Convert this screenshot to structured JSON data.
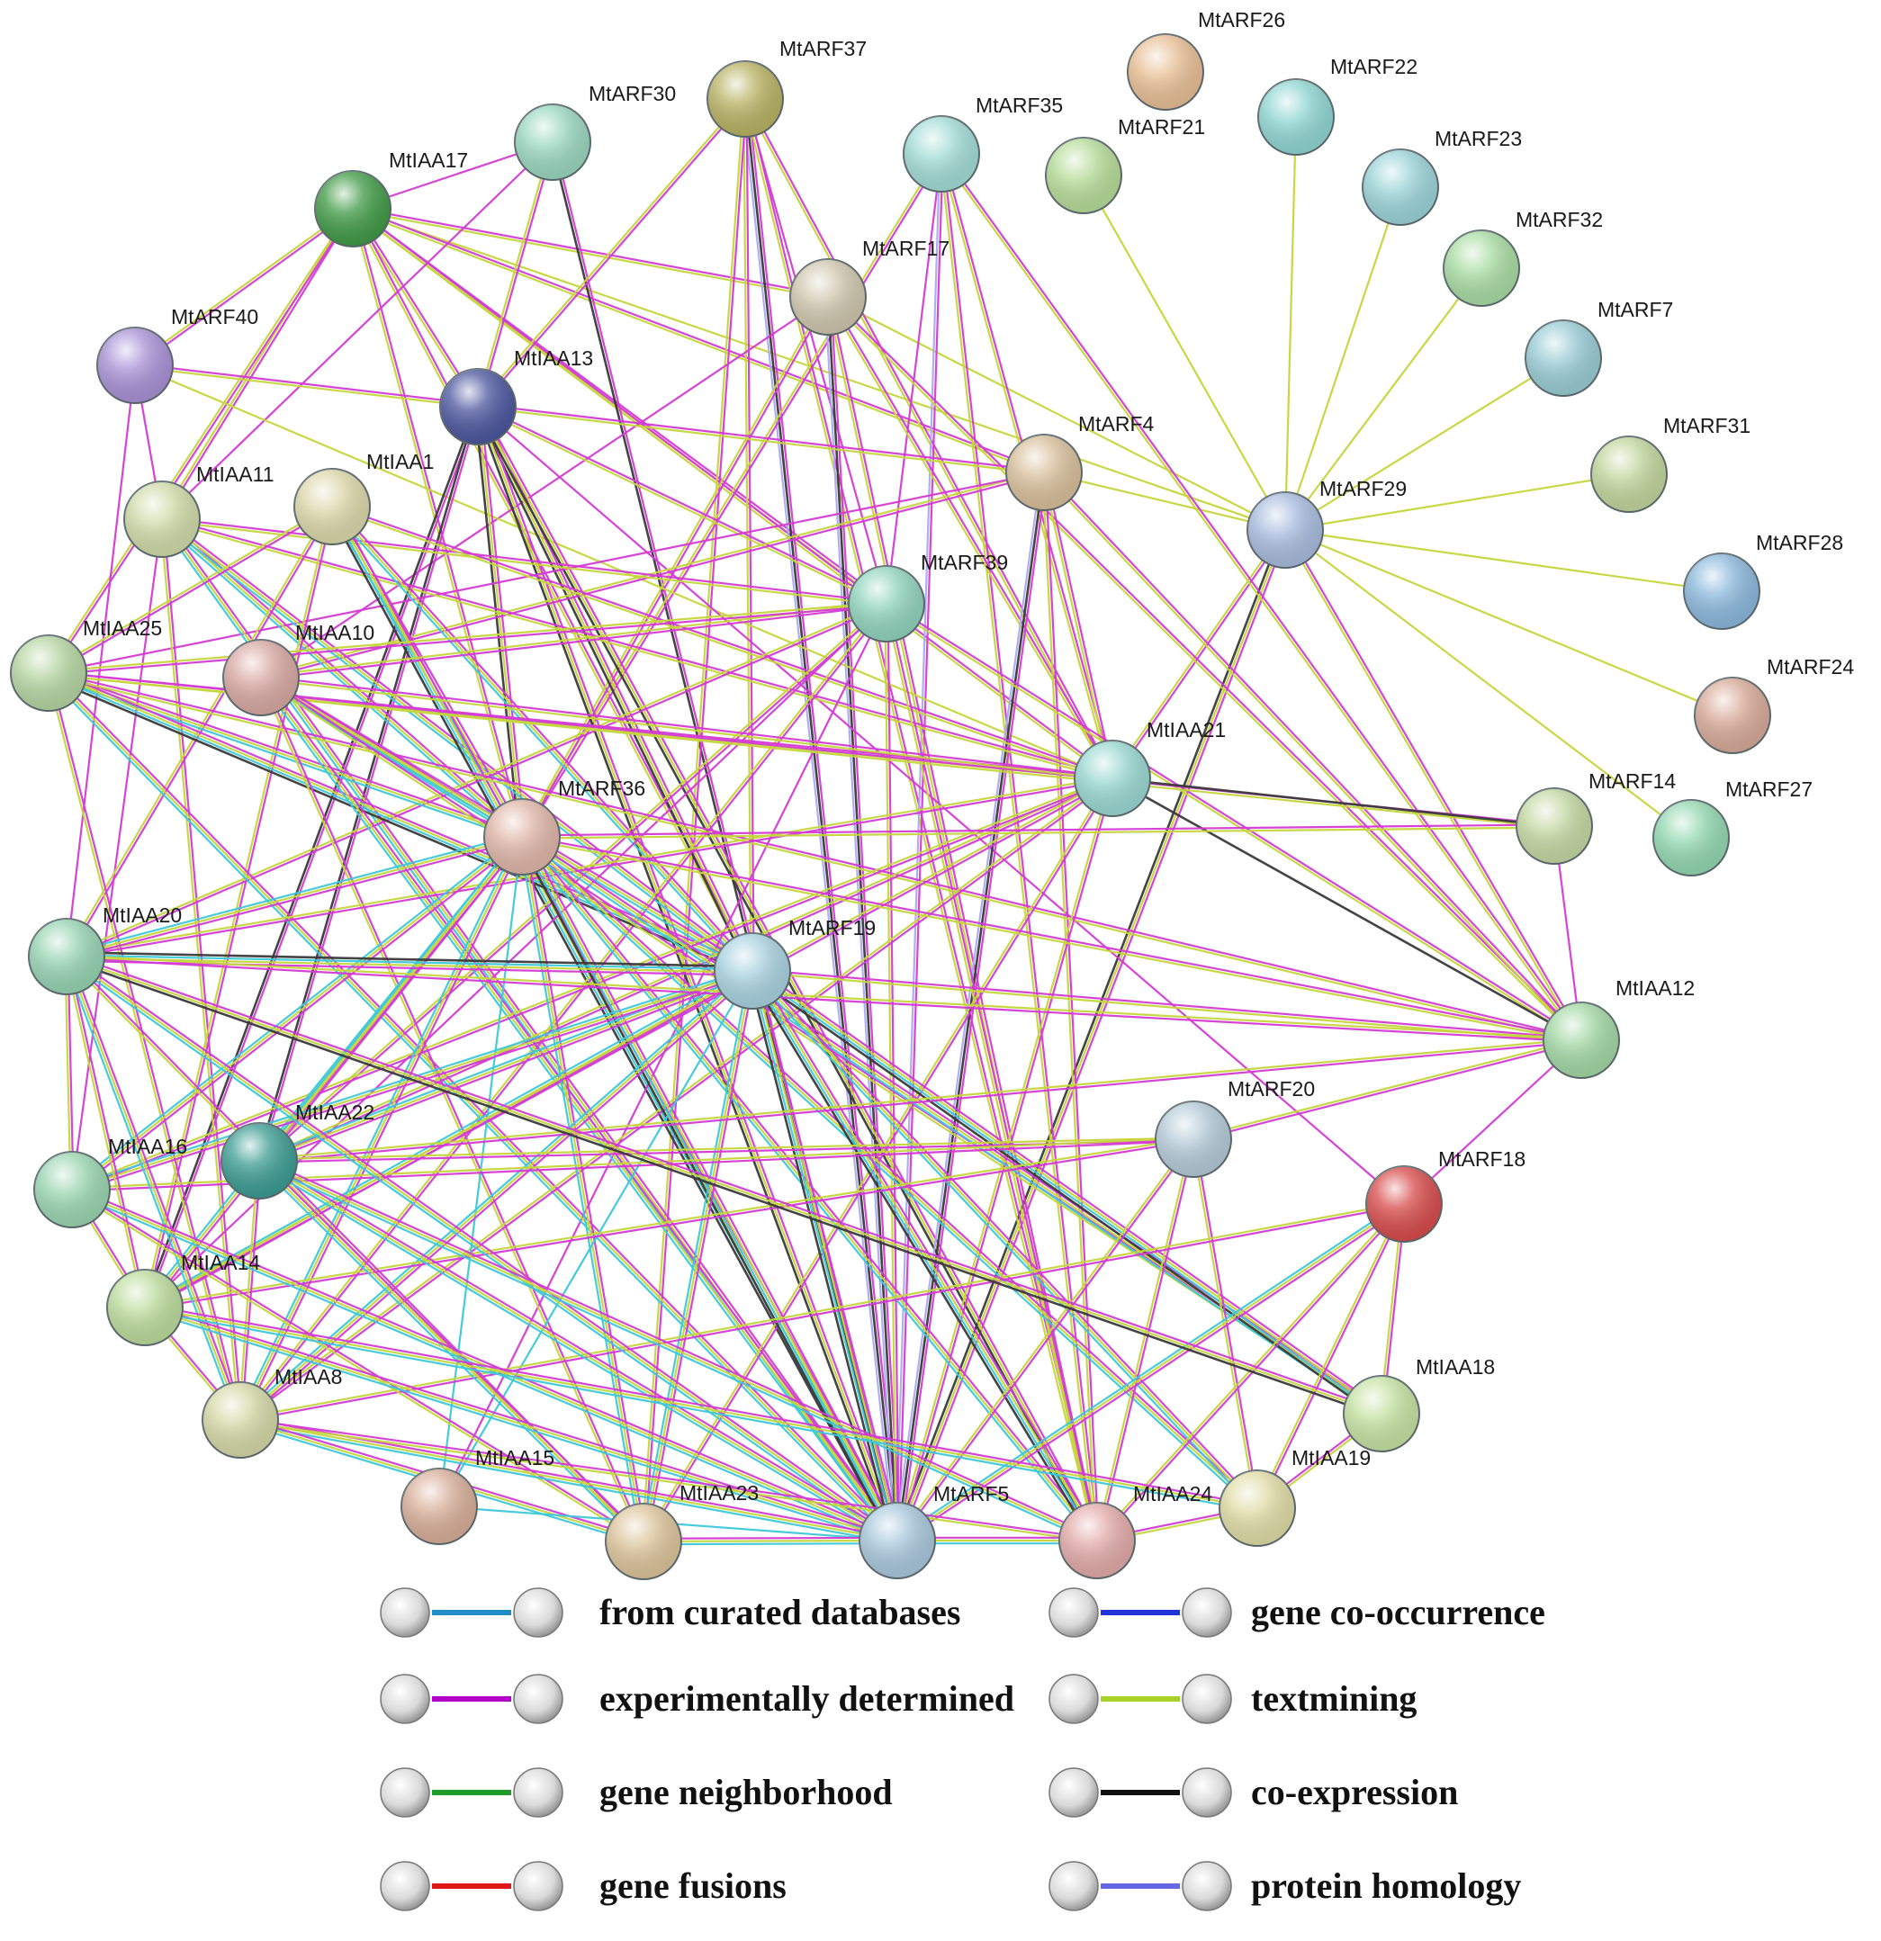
{
  "nodes": [
    {
      "id": "MtARF26",
      "label": "MtARF26",
      "color": "#e8bf94"
    },
    {
      "id": "MtARF22",
      "label": "MtARF22",
      "color": "#8fd6d3"
    },
    {
      "id": "MtARF37",
      "label": "MtARF37",
      "color": "#b8b262"
    },
    {
      "id": "MtARF30",
      "label": "MtARF30",
      "color": "#9ad8bf"
    },
    {
      "id": "MtARF35",
      "label": "MtARF35",
      "color": "#a2dcd6"
    },
    {
      "id": "MtARF21",
      "label": "MtARF21",
      "color": "#b6dc98"
    },
    {
      "id": "MtARF23",
      "label": "MtARF23",
      "color": "#9ad4d8"
    },
    {
      "id": "MtIAA17",
      "label": "MtIAA17",
      "color": "#3f9a45"
    },
    {
      "id": "MtARF17",
      "label": "MtARF17",
      "color": "#cfc6ad"
    },
    {
      "id": "MtARF32",
      "label": "MtARF32",
      "color": "#a8dca2"
    },
    {
      "id": "MtARF7",
      "label": "MtARF7",
      "color": "#98ccd4"
    },
    {
      "id": "MtARF40",
      "label": "MtARF40",
      "color": "#a891d6"
    },
    {
      "id": "MtIAA13",
      "label": "MtIAA13",
      "color": "#4b559e"
    },
    {
      "id": "MtARF4",
      "label": "MtARF4",
      "color": "#d8bf9a"
    },
    {
      "id": "MtARF31",
      "label": "MtARF31",
      "color": "#c2d69c"
    },
    {
      "id": "MtARF29",
      "label": "MtARF29",
      "color": "#a8bcde"
    },
    {
      "id": "MtIAA11",
      "label": "MtIAA11",
      "color": "#d0dba8"
    },
    {
      "id": "MtIAA1",
      "label": "MtIAA1",
      "color": "#dcd8aa"
    },
    {
      "id": "MtARF28",
      "label": "MtARF28",
      "color": "#8ab8dc"
    },
    {
      "id": "MtARF39",
      "label": "MtARF39",
      "color": "#90d4bd"
    },
    {
      "id": "MtIAA25",
      "label": "MtIAA25",
      "color": "#b6d6a2"
    },
    {
      "id": "MtIAA10",
      "label": "MtIAA10",
      "color": "#d8a8a2"
    },
    {
      "id": "MtARF24",
      "label": "MtARF24",
      "color": "#d8aa98"
    },
    {
      "id": "MtIAA21",
      "label": "MtIAA21",
      "color": "#9ad8d2"
    },
    {
      "id": "MtARF36",
      "label": "MtARF36",
      "color": "#e0b6a8"
    },
    {
      "id": "MtARF14",
      "label": "MtARF14",
      "color": "#c4d8a2"
    },
    {
      "id": "MtARF27",
      "label": "MtARF27",
      "color": "#92d8b0"
    },
    {
      "id": "MtIAA20",
      "label": "MtIAA20",
      "color": "#96d4b2"
    },
    {
      "id": "MtARF19",
      "label": "MtARF19",
      "color": "#a8d2e0"
    },
    {
      "id": "MtIAA12",
      "label": "MtIAA12",
      "color": "#a2d8a4"
    },
    {
      "id": "MtARF20",
      "label": "MtARF20",
      "color": "#b4cad8"
    },
    {
      "id": "MtIAA22",
      "label": "MtIAA22",
      "color": "#3a9c92"
    },
    {
      "id": "MtIAA16",
      "label": "MtIAA16",
      "color": "#9ad6b0"
    },
    {
      "id": "MtARF18",
      "label": "MtARF18",
      "color": "#d84a4a"
    },
    {
      "id": "MtIAA14",
      "label": "MtIAA14",
      "color": "#bcdc9c"
    },
    {
      "id": "MtIAA18",
      "label": "MtIAA18",
      "color": "#c6e2a2"
    },
    {
      "id": "MtIAA8",
      "label": "MtIAA8",
      "color": "#d6d8a6"
    },
    {
      "id": "MtIAA19",
      "label": "MtIAA19",
      "color": "#e0dca6"
    },
    {
      "id": "MtIAA15",
      "label": "MtIAA15",
      "color": "#d8ae98"
    },
    {
      "id": "MtIAA23",
      "label": "MtIAA23",
      "color": "#dcc49a"
    },
    {
      "id": "MtARF5",
      "label": "MtARF5",
      "color": "#a8c8dc"
    },
    {
      "id": "MtIAA24",
      "label": "MtIAA24",
      "color": "#e2aaa8"
    }
  ],
  "edges": [
    [
      "MtARF29",
      "MtARF21",
      "T"
    ],
    [
      "MtARF29",
      "MtARF22",
      "T"
    ],
    [
      "MtARF29",
      "MtARF23",
      "T"
    ],
    [
      "MtARF29",
      "MtARF32",
      "T"
    ],
    [
      "MtARF29",
      "MtARF7",
      "T"
    ],
    [
      "MtARF29",
      "MtARF31",
      "T"
    ],
    [
      "MtARF29",
      "MtARF28",
      "T"
    ],
    [
      "MtARF29",
      "MtARF24",
      "T"
    ],
    [
      "MtARF29",
      "MtARF27",
      "T"
    ],
    [
      "MtARF29",
      "MtIAA12",
      "ET"
    ],
    [
      "MtARF29",
      "MtIAA21",
      "ET"
    ],
    [
      "MtARF29",
      "MtARF5",
      "ETK"
    ],
    [
      "MtARF29",
      "MtARF4",
      "T"
    ],
    [
      "MtARF29",
      "MtARF17",
      "T"
    ],
    [
      "MtARF29",
      "MtIAA17",
      "T"
    ],
    [
      "MtIAA17",
      "MtARF30",
      "E"
    ],
    [
      "MtIAA17",
      "MtARF40",
      "ET"
    ],
    [
      "MtIAA17",
      "MtIAA13",
      "ET"
    ],
    [
      "MtIAA17",
      "MtIAA11",
      "ET"
    ],
    [
      "MtIAA17",
      "MtARF36",
      "ET"
    ],
    [
      "MtIAA17",
      "MtARF39",
      "ET"
    ],
    [
      "MtIAA17",
      "MtIAA21",
      "ET"
    ],
    [
      "MtIAA17",
      "MtARF4",
      "ET"
    ],
    [
      "MtIAA17",
      "MtARF17",
      "ET"
    ],
    [
      "MtIAA17",
      "MtARF19",
      "ET"
    ],
    [
      "MtIAA17",
      "MtIAA25",
      "ET"
    ],
    [
      "MtARF30",
      "MtARF5",
      "EK"
    ],
    [
      "MtARF30",
      "MtIAA13",
      "ET"
    ],
    [
      "MtARF30",
      "MtIAA11",
      "E"
    ],
    [
      "MtARF37",
      "MtARF5",
      "EKH"
    ],
    [
      "MtARF37",
      "MtIAA21",
      "ET"
    ],
    [
      "MtARF37",
      "MtARF19",
      "ET"
    ],
    [
      "MtARF37",
      "MtARF39",
      "E"
    ],
    [
      "MtARF37",
      "MtIAA13",
      "ET"
    ],
    [
      "MtARF37",
      "MtIAA24",
      "ET"
    ],
    [
      "MtARF37",
      "MtIAA23",
      "ET"
    ],
    [
      "MtARF35",
      "MtARF5",
      "EH"
    ],
    [
      "MtARF35",
      "MtIAA21",
      "ET"
    ],
    [
      "MtARF35",
      "MtARF36",
      "ET"
    ],
    [
      "MtARF35",
      "MtIAA12",
      "ET"
    ],
    [
      "MtARF35",
      "MtARF39",
      "E"
    ],
    [
      "MtARF35",
      "MtIAA24",
      "ET"
    ],
    [
      "MtARF17",
      "MtARF5",
      "EKH"
    ],
    [
      "MtARF17",
      "MtIAA21",
      "ET"
    ],
    [
      "MtARF17",
      "MtARF36",
      "ET"
    ],
    [
      "MtARF17",
      "MtIAA24",
      "ET"
    ],
    [
      "MtARF17",
      "MtIAA12",
      "ET"
    ],
    [
      "MtARF17",
      "MtIAA10",
      "E"
    ],
    [
      "MtARF40",
      "MtARF4",
      "ET"
    ],
    [
      "MtARF40",
      "MtIAA11",
      "E"
    ],
    [
      "MtARF40",
      "MtIAA20",
      "E"
    ],
    [
      "MtARF40",
      "MtIAA21",
      "T"
    ],
    [
      "MtIAA13",
      "MtARF36",
      "ETK"
    ],
    [
      "MtIAA13",
      "MtARF19",
      "ETK"
    ],
    [
      "MtIAA13",
      "MtARF5",
      "ETK"
    ],
    [
      "MtIAA13",
      "MtIAA24",
      "ETK"
    ],
    [
      "MtIAA13",
      "MtARF18",
      "E"
    ],
    [
      "MtIAA13",
      "MtIAA14",
      "EK"
    ],
    [
      "MtIAA13",
      "MtARF39",
      "ET"
    ],
    [
      "MtIAA13",
      "MtIAA22",
      "EK"
    ],
    [
      "MtARF4",
      "MtARF5",
      "EKH"
    ],
    [
      "MtARF4",
      "MtIAA21",
      "ET"
    ],
    [
      "MtARF4",
      "MtIAA12",
      "ET"
    ],
    [
      "MtARF4",
      "MtIAA10",
      "ET"
    ],
    [
      "MtARF4",
      "MtIAA25",
      "E"
    ],
    [
      "MtARF4",
      "MtIAA24",
      "ET"
    ],
    [
      "MtIAA11",
      "MtARF36",
      "ETC"
    ],
    [
      "MtIAA11",
      "MtARF19",
      "ETC"
    ],
    [
      "MtIAA11",
      "MtARF5",
      "ETC"
    ],
    [
      "MtIAA11",
      "MtARF39",
      "ET"
    ],
    [
      "MtIAA11",
      "MtIAA21",
      "ET"
    ],
    [
      "MtIAA11",
      "MtIAA8",
      "ET"
    ],
    [
      "MtIAA11",
      "MtIAA16",
      "E"
    ],
    [
      "MtIAA1",
      "MtARF36",
      "ETC"
    ],
    [
      "MtIAA1",
      "MtARF19",
      "ETC"
    ],
    [
      "MtIAA1",
      "MtARF5",
      "ETCK"
    ],
    [
      "MtIAA1",
      "MtIAA21",
      "ET"
    ],
    [
      "MtIAA1",
      "MtIAA14",
      "ET"
    ],
    [
      "MtIAA1",
      "MtIAA25",
      "ET"
    ],
    [
      "MtIAA1",
      "MtIAA20",
      "ET"
    ],
    [
      "MtARF39",
      "MtIAA10",
      "ET"
    ],
    [
      "MtARF39",
      "MtIAA20",
      "ET"
    ],
    [
      "MtARF39",
      "MtIAA22",
      "ET"
    ],
    [
      "MtARF39",
      "MtIAA8",
      "ET"
    ],
    [
      "MtARF39",
      "MtARF5",
      "ET"
    ],
    [
      "MtARF39",
      "MtIAA25",
      "ET"
    ],
    [
      "MtARF39",
      "MtIAA15",
      "E"
    ],
    [
      "MtARF39",
      "MtIAA24",
      "ET"
    ],
    [
      "MtARF39",
      "MtIAA12",
      "ET"
    ],
    [
      "MtARF39",
      "MtIAA14",
      "E"
    ],
    [
      "MtIAA25",
      "MtARF36",
      "ETC"
    ],
    [
      "MtIAA25",
      "MtARF19",
      "ETCK"
    ],
    [
      "MtIAA25",
      "MtIAA21",
      "ET"
    ],
    [
      "MtIAA25",
      "MtARF5",
      "ETC"
    ],
    [
      "MtIAA25",
      "MtIAA12",
      "ET"
    ],
    [
      "MtIAA25",
      "MtARF14",
      "ET"
    ],
    [
      "MtIAA25",
      "MtIAA8",
      "ET"
    ],
    [
      "MtIAA10",
      "MtARF36",
      "ETC"
    ],
    [
      "MtIAA10",
      "MtARF19",
      "ETC"
    ],
    [
      "MtIAA10",
      "MtIAA21",
      "ET"
    ],
    [
      "MtIAA10",
      "MtARF5",
      "ETC"
    ],
    [
      "MtIAA10",
      "MtIAA18",
      "ET"
    ],
    [
      "MtIAA10",
      "MtIAA23",
      "ET"
    ],
    [
      "MtIAA21",
      "MtIAA20",
      "ET"
    ],
    [
      "MtIAA21",
      "MtIAA22",
      "ET"
    ],
    [
      "MtIAA21",
      "MtIAA14",
      "ET"
    ],
    [
      "MtIAA21",
      "MtIAA8",
      "ET"
    ],
    [
      "MtIAA21",
      "MtIAA16",
      "ET"
    ],
    [
      "MtIAA21",
      "MtIAA12",
      "K"
    ],
    [
      "MtIAA21",
      "MtARF14",
      "K"
    ],
    [
      "MtIAA21",
      "MtIAA23",
      "ET"
    ],
    [
      "MtIAA21",
      "MtARF5",
      "ET"
    ],
    [
      "MtARF36",
      "MtIAA20",
      "ETC"
    ],
    [
      "MtARF36",
      "MtIAA22",
      "ETC"
    ],
    [
      "MtARF36",
      "MtIAA16",
      "ETC"
    ],
    [
      "MtARF36",
      "MtIAA14",
      "ETC"
    ],
    [
      "MtARF36",
      "MtIAA8",
      "ETC"
    ],
    [
      "MtARF36",
      "MtIAA23",
      "ETC"
    ],
    [
      "MtARF36",
      "MtIAA24",
      "ETC"
    ],
    [
      "MtARF36",
      "MtIAA19",
      "ETC"
    ],
    [
      "MtARF36",
      "MtIAA18",
      "ETC"
    ],
    [
      "MtARF36",
      "MtIAA15",
      "C"
    ],
    [
      "MtARF36",
      "MtARF5",
      "ETCK"
    ],
    [
      "MtARF36",
      "MtARF14",
      "ET"
    ],
    [
      "MtARF36",
      "MtIAA12",
      "ET"
    ],
    [
      "MtARF19",
      "MtIAA20",
      "ETCK"
    ],
    [
      "MtARF19",
      "MtIAA22",
      "ETC"
    ],
    [
      "MtARF19",
      "MtIAA16",
      "ETC"
    ],
    [
      "MtARF19",
      "MtIAA14",
      "ETC"
    ],
    [
      "MtARF19",
      "MtIAA8",
      "ETC"
    ],
    [
      "MtARF19",
      "MtIAA23",
      "ETC"
    ],
    [
      "MtARF19",
      "MtIAA24",
      "ETCK"
    ],
    [
      "MtARF19",
      "MtIAA19",
      "ETC"
    ],
    [
      "MtARF19",
      "MtIAA18",
      "ETCK"
    ],
    [
      "MtARF19",
      "MtIAA15",
      "C"
    ],
    [
      "MtARF19",
      "MtARF5",
      "ETCK"
    ],
    [
      "MtARF19",
      "MtIAA12",
      "ET"
    ],
    [
      "MtIAA12",
      "MtARF14",
      "E"
    ],
    [
      "MtIAA12",
      "MtARF20",
      "ET"
    ],
    [
      "MtIAA12",
      "MtARF18",
      "E"
    ],
    [
      "MtIAA12",
      "MtIAA20",
      "ET"
    ],
    [
      "MtIAA12",
      "MtIAA22",
      "ET"
    ],
    [
      "MtARF20",
      "MtIAA22",
      "ET"
    ],
    [
      "MtARF20",
      "MtIAA16",
      "ET"
    ],
    [
      "MtARF20",
      "MtARF5",
      "ET"
    ],
    [
      "MtARF20",
      "MtIAA24",
      "ET"
    ],
    [
      "MtARF20",
      "MtIAA19",
      "ET"
    ],
    [
      "MtARF20",
      "MtIAA14",
      "ET"
    ],
    [
      "MtARF18",
      "MtARF5",
      "ETC"
    ],
    [
      "MtARF18",
      "MtIAA24",
      "ET"
    ],
    [
      "MtARF18",
      "MtIAA19",
      "ET"
    ],
    [
      "MtARF18",
      "MtIAA18",
      "ET"
    ],
    [
      "MtARF18",
      "MtIAA8",
      "ET"
    ],
    [
      "MtIAA20",
      "MtIAA16",
      "ET"
    ],
    [
      "MtIAA20",
      "MtIAA14",
      "ET"
    ],
    [
      "MtIAA20",
      "MtIAA8",
      "ETC"
    ],
    [
      "MtIAA20",
      "MtIAA23",
      "ET"
    ],
    [
      "MtIAA20",
      "MtARF5",
      "ETC"
    ],
    [
      "MtIAA20",
      "MtIAA18",
      "ETK"
    ],
    [
      "MtIAA22",
      "MtIAA23",
      "ETC"
    ],
    [
      "MtIAA22",
      "MtARF5",
      "ETC"
    ],
    [
      "MtIAA22",
      "MtIAA8",
      "ET"
    ],
    [
      "MtIAA22",
      "MtIAA24",
      "ETC"
    ],
    [
      "MtIAA16",
      "MtARF5",
      "ETC"
    ],
    [
      "MtIAA16",
      "MtIAA23",
      "ET"
    ],
    [
      "MtIAA16",
      "MtIAA14",
      "ET"
    ],
    [
      "MtIAA14",
      "MtARF5",
      "ETC"
    ],
    [
      "MtIAA14",
      "MtIAA8",
      "ET"
    ],
    [
      "MtIAA14",
      "MtIAA19",
      "ETC"
    ],
    [
      "MtIAA8",
      "MtARF5",
      "ETC"
    ],
    [
      "MtIAA8",
      "MtIAA23",
      "ETC"
    ],
    [
      "MtIAA8",
      "MtIAA24",
      "ET"
    ],
    [
      "MtIAA15",
      "MtARF5",
      "C"
    ],
    [
      "MtIAA23",
      "MtARF5",
      "ETC"
    ],
    [
      "MtARF5",
      "MtIAA24",
      "ETC"
    ],
    [
      "MtIAA24",
      "MtIAA19",
      "ET"
    ],
    [
      "MtIAA19",
      "MtIAA18",
      "ET"
    ]
  ],
  "legend": [
    {
      "label": "from curated databases",
      "color": "#1f8ec4"
    },
    {
      "label": "experimentally determined",
      "color": "#b100c8"
    },
    {
      "label": "gene neighborhood",
      "color": "#1e9a2b"
    },
    {
      "label": "gene fusions",
      "color": "#e01717"
    },
    {
      "label": "gene co-occurrence",
      "color": "#1e34d8"
    },
    {
      "label": "textmining",
      "color": "#a8d128"
    },
    {
      "label": "co-expression",
      "color": "#111111"
    },
    {
      "label": "protein homology",
      "color": "#6666e6"
    }
  ],
  "edge_colors": {
    "E": "#d43ad4",
    "T": "#c5d63b",
    "C": "#3cc8d8",
    "K": "#3a3a3a",
    "H": "#aaaaf0"
  }
}
